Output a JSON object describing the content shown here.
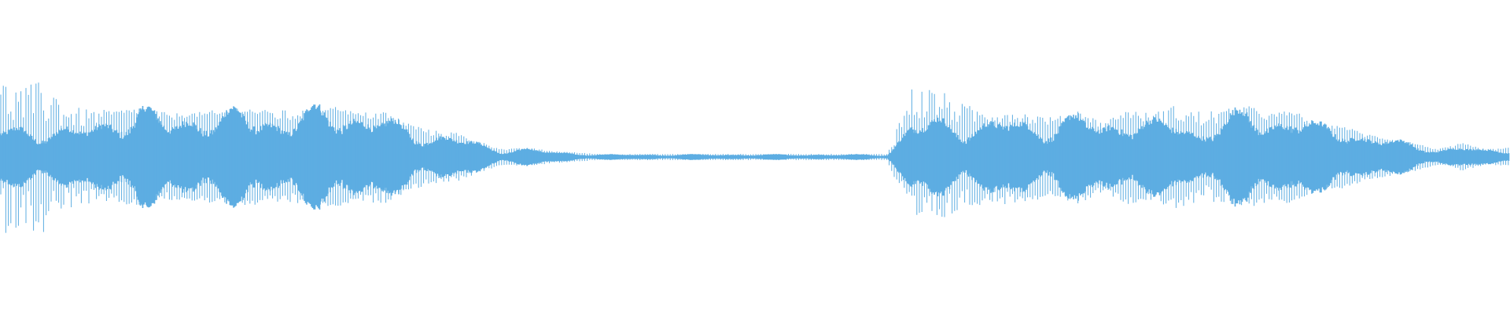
{
  "waveform": {
    "color": "#5dade2",
    "background": "#ffffff",
    "body_level": [
      0.17,
      0.18,
      0.17,
      0.16,
      0.2,
      0.25,
      0.28,
      0.22,
      0.26,
      0.22,
      0.28,
      0.25,
      0.2,
      0.28,
      0.3,
      0.24,
      0.22,
      0.18,
      0.13,
      0.12,
      0.08,
      0.04,
      0.05,
      0.03,
      0.025,
      0.015,
      0.015,
      0.015,
      0.015,
      0.015,
      0.015,
      0.015,
      0.015,
      0.015,
      0.015,
      0.015,
      0.015,
      0.015,
      0.2,
      0.22,
      0.2,
      0.2,
      0.22,
      0.2,
      0.2,
      0.25,
      0.18,
      0.25,
      0.2,
      0.22,
      0.15,
      0.22,
      0.27,
      0.22,
      0.25,
      0.18,
      0.18,
      0.12,
      0.1,
      0.08,
      0.04,
      0.06,
      0.04,
      0.05
    ],
    "peak_level": [
      0.5,
      0.45,
      0.5,
      0.32,
      0.3,
      0.3,
      0.32,
      0.28,
      0.28,
      0.3,
      0.32,
      0.3,
      0.3,
      0.3,
      0.32,
      0.28,
      0.3,
      0.22,
      0.17,
      0.16,
      0.1,
      0.05,
      0.06,
      0.04,
      0.03,
      0.02,
      0.02,
      0.02,
      0.02,
      0.02,
      0.02,
      0.02,
      0.02,
      0.02,
      0.02,
      0.02,
      0.02,
      0.02,
      0.45,
      0.45,
      0.35,
      0.3,
      0.3,
      0.28,
      0.25,
      0.3,
      0.22,
      0.3,
      0.28,
      0.33,
      0.3,
      0.3,
      0.33,
      0.28,
      0.3,
      0.2,
      0.2,
      0.15,
      0.12,
      0.09,
      0.05,
      0.09,
      0.05,
      0.06
    ]
  }
}
